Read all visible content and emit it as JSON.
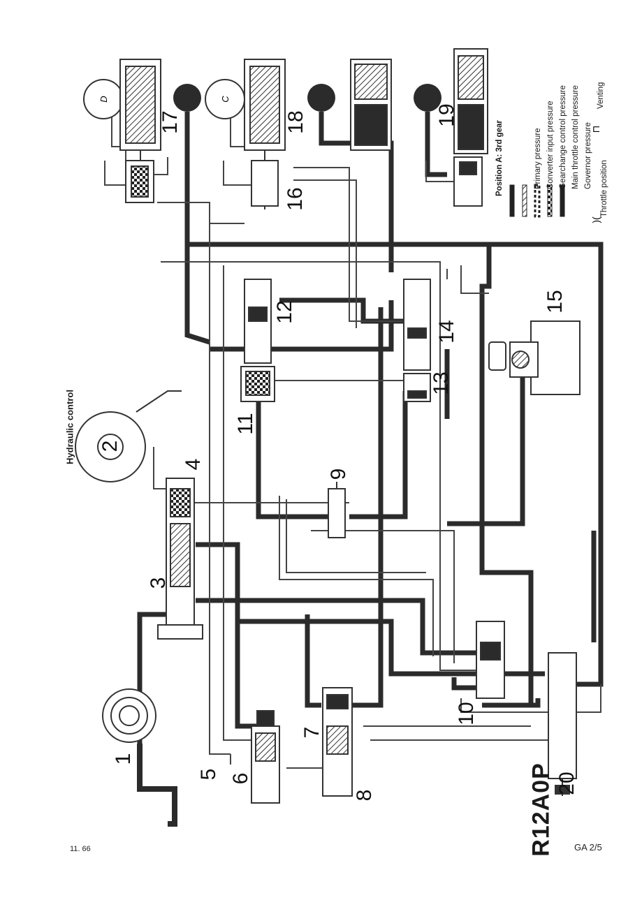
{
  "title": "Hydraulic control",
  "legend": {
    "title": "Position A: 3rd gear",
    "items": [
      {
        "label": "Primary pressure",
        "pattern": "solid"
      },
      {
        "label": "Converter input pressure",
        "pattern": "hatched"
      },
      {
        "label": "Gearchange control pressure",
        "pattern": "dashed"
      },
      {
        "label": "Main throttle control pressure",
        "pattern": "checker"
      },
      {
        "label": "Governor pressure",
        "pattern": "double"
      }
    ],
    "symbols": [
      {
        "label": "Throttle position"
      },
      {
        "label": "Venting"
      }
    ]
  },
  "gauge_labels": {
    "d": "D",
    "c": "C"
  },
  "part_numbers": [
    "1",
    "2",
    "3",
    "4",
    "5",
    "6",
    "7",
    "8",
    "9",
    "10",
    "11",
    "12",
    "13",
    "14",
    "15",
    "16",
    "17",
    "18",
    "19",
    "20"
  ],
  "model_code": "R12A0P",
  "footer": {
    "date": "11. 66",
    "page_ref": "GA 2/5"
  },
  "colors": {
    "primary": "#2b2b2b",
    "line": "#333333",
    "paper": "#ffffff"
  }
}
